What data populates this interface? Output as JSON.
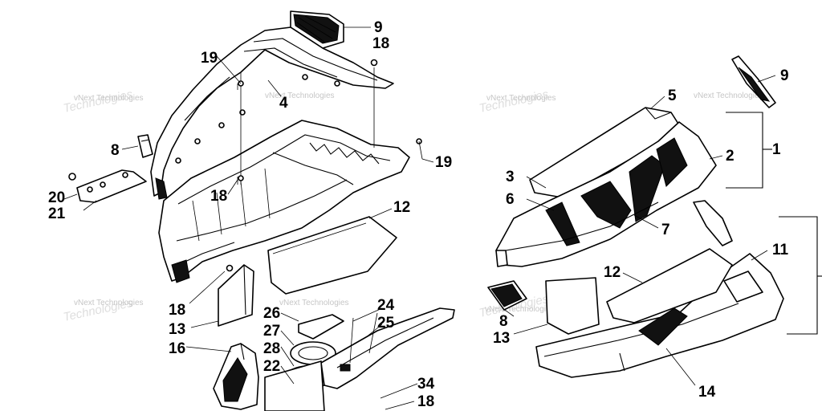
{
  "callouts": {
    "c9a": "9",
    "c18a": "18",
    "c19a": "19",
    "c4": "4",
    "c8a": "8",
    "c19b": "19",
    "c20": "20",
    "c21": "21",
    "c18b": "18",
    "c12a": "12",
    "c18c": "18",
    "c13a": "13",
    "c16": "16",
    "c26": "26",
    "c27": "27",
    "c28": "28",
    "c22": "22",
    "c24": "24",
    "c25": "25",
    "c34": "34",
    "c18d": "18",
    "c5": "5",
    "c9b": "9",
    "c1": "1",
    "c2": "2",
    "c3": "3",
    "c6": "6",
    "c7": "7",
    "c11": "11",
    "c12b": "12",
    "c8b": "8",
    "c13b": "13",
    "c14": "14"
  },
  "watermark": {
    "text": "vNext Technologies",
    "shadow": "Technologies"
  }
}
